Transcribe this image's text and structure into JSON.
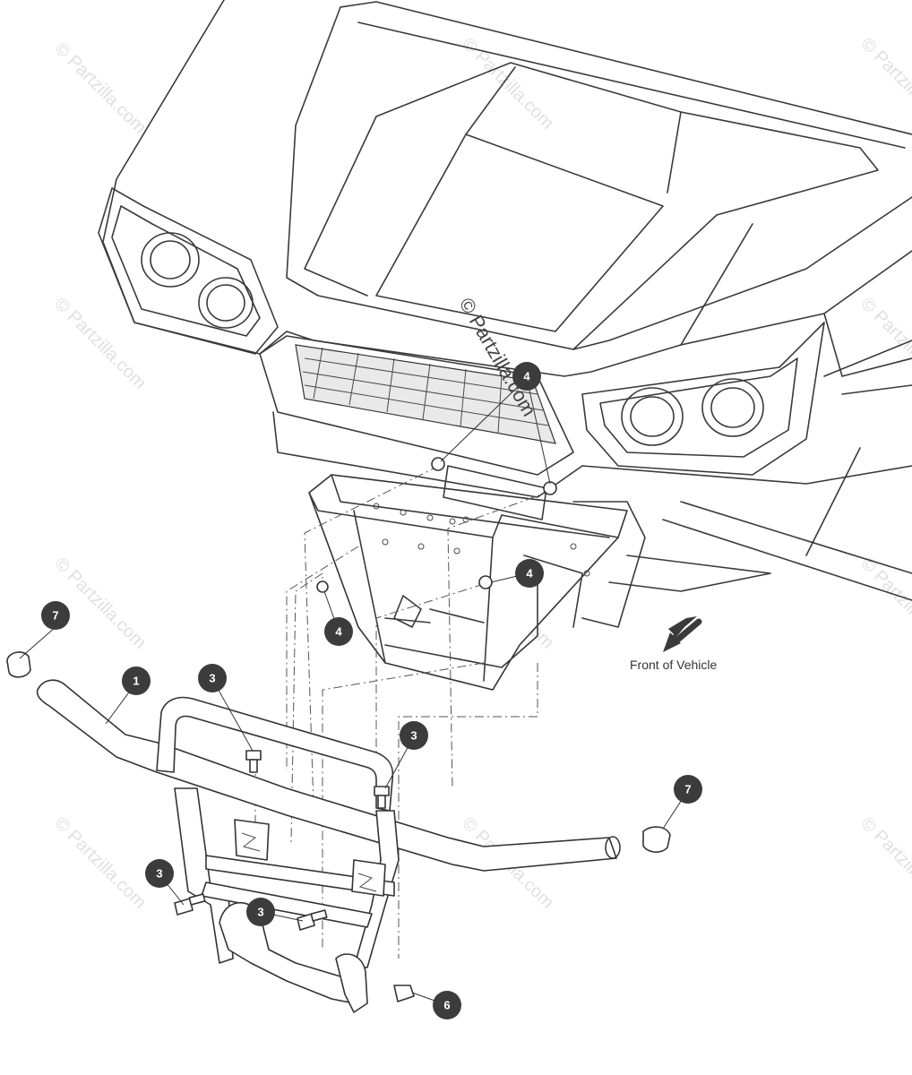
{
  "watermark": "© Partzilla.com",
  "front_label": "Front of Vehicle",
  "callouts": {
    "c1": "1",
    "c3a": "3",
    "c3b": "3",
    "c3c": "3",
    "c3d": "3",
    "c4a": "4",
    "c4b": "4",
    "c4c": "4",
    "c6": "6",
    "c7a": "7",
    "c7b": "7"
  }
}
